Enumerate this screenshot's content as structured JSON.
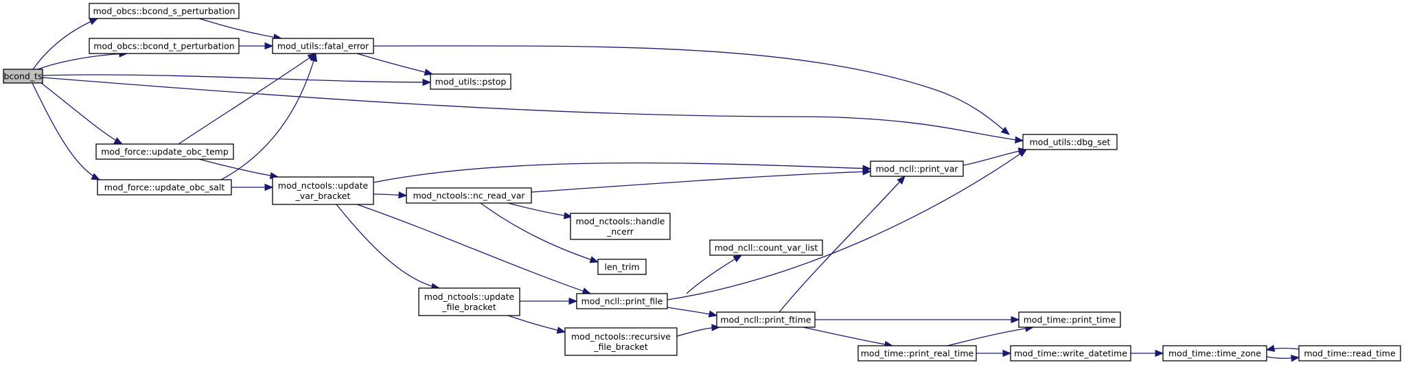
{
  "diagram": {
    "colors": {
      "edge": "#191970",
      "node_border": "#000000",
      "node_fill": "#ffffff",
      "root_fill": "#bfbfbf"
    },
    "nodes": [
      {
        "id": "bcond_ts",
        "lines": [
          "bcond_ts"
        ],
        "root": true
      },
      {
        "id": "bcond_s_pert",
        "lines": [
          "mod_obcs::bcond_s_perturbation"
        ]
      },
      {
        "id": "bcond_t_pert",
        "lines": [
          "mod_obcs::bcond_t_perturbation"
        ]
      },
      {
        "id": "fatal_error",
        "lines": [
          "mod_utils::fatal_error"
        ]
      },
      {
        "id": "pstop",
        "lines": [
          "mod_utils::pstop"
        ]
      },
      {
        "id": "dbg_set",
        "lines": [
          "mod_utils::dbg_set"
        ]
      },
      {
        "id": "upd_obc_temp",
        "lines": [
          "mod_force::update_obc_temp"
        ]
      },
      {
        "id": "upd_obc_salt",
        "lines": [
          "mod_force::update_obc_salt"
        ]
      },
      {
        "id": "upd_var_bracket",
        "lines": [
          "mod_nctools::update",
          "_var_bracket"
        ]
      },
      {
        "id": "print_var",
        "lines": [
          "mod_ncll::print_var"
        ]
      },
      {
        "id": "nc_read_var",
        "lines": [
          "mod_nctools::nc_read_var"
        ]
      },
      {
        "id": "handle_ncerr",
        "lines": [
          "mod_nctools::handle",
          "_ncerr"
        ]
      },
      {
        "id": "len_trim",
        "lines": [
          "len_trim"
        ]
      },
      {
        "id": "count_var_list",
        "lines": [
          "mod_ncll::count_var_list"
        ]
      },
      {
        "id": "upd_file_bracket",
        "lines": [
          "mod_nctools::update",
          "_file_bracket"
        ]
      },
      {
        "id": "print_file",
        "lines": [
          "mod_ncll::print_file"
        ]
      },
      {
        "id": "rec_file_bracket",
        "lines": [
          "mod_nctools::recursive",
          "_file_bracket"
        ]
      },
      {
        "id": "print_ftime",
        "lines": [
          "mod_ncll::print_ftime"
        ]
      },
      {
        "id": "print_time",
        "lines": [
          "mod_time::print_time"
        ]
      },
      {
        "id": "print_real_time",
        "lines": [
          "mod_time::print_real_time"
        ]
      },
      {
        "id": "write_datetime",
        "lines": [
          "mod_time::write_datetime"
        ]
      },
      {
        "id": "time_zone",
        "lines": [
          "mod_time::time_zone"
        ]
      },
      {
        "id": "read_time",
        "lines": [
          "mod_time::read_time"
        ]
      }
    ],
    "edges": [
      {
        "from": "bcond_ts",
        "to": "bcond_s_pert"
      },
      {
        "from": "bcond_ts",
        "to": "bcond_t_pert"
      },
      {
        "from": "bcond_ts",
        "to": "pstop"
      },
      {
        "from": "bcond_ts",
        "to": "dbg_set"
      },
      {
        "from": "bcond_ts",
        "to": "upd_obc_temp"
      },
      {
        "from": "bcond_ts",
        "to": "upd_obc_salt"
      },
      {
        "from": "bcond_s_pert",
        "to": "fatal_error"
      },
      {
        "from": "bcond_t_pert",
        "to": "fatal_error"
      },
      {
        "from": "fatal_error",
        "to": "pstop"
      },
      {
        "from": "fatal_error",
        "to": "dbg_set"
      },
      {
        "from": "upd_obc_temp",
        "to": "fatal_error"
      },
      {
        "from": "upd_obc_temp",
        "to": "upd_var_bracket"
      },
      {
        "from": "upd_obc_salt",
        "to": "fatal_error"
      },
      {
        "from": "upd_obc_salt",
        "to": "upd_var_bracket"
      },
      {
        "from": "upd_var_bracket",
        "to": "print_var"
      },
      {
        "from": "upd_var_bracket",
        "to": "nc_read_var"
      },
      {
        "from": "upd_var_bracket",
        "to": "upd_file_bracket"
      },
      {
        "from": "upd_var_bracket",
        "to": "print_file"
      },
      {
        "from": "print_var",
        "to": "dbg_set"
      },
      {
        "from": "nc_read_var",
        "to": "print_var"
      },
      {
        "from": "nc_read_var",
        "to": "handle_ncerr"
      },
      {
        "from": "nc_read_var",
        "to": "len_trim"
      },
      {
        "from": "upd_file_bracket",
        "to": "print_file"
      },
      {
        "from": "upd_file_bracket",
        "to": "rec_file_bracket"
      },
      {
        "from": "print_file",
        "to": "count_var_list"
      },
      {
        "from": "print_file",
        "to": "dbg_set"
      },
      {
        "from": "print_file",
        "to": "print_ftime"
      },
      {
        "from": "rec_file_bracket",
        "to": "print_ftime"
      },
      {
        "from": "print_ftime",
        "to": "print_var"
      },
      {
        "from": "print_ftime",
        "to": "print_time"
      },
      {
        "from": "print_ftime",
        "to": "print_real_time"
      },
      {
        "from": "print_real_time",
        "to": "print_time"
      },
      {
        "from": "print_real_time",
        "to": "write_datetime"
      },
      {
        "from": "write_datetime",
        "to": "time_zone"
      },
      {
        "from": "time_zone",
        "to": "read_time"
      },
      {
        "from": "read_time",
        "to": "time_zone"
      }
    ]
  }
}
